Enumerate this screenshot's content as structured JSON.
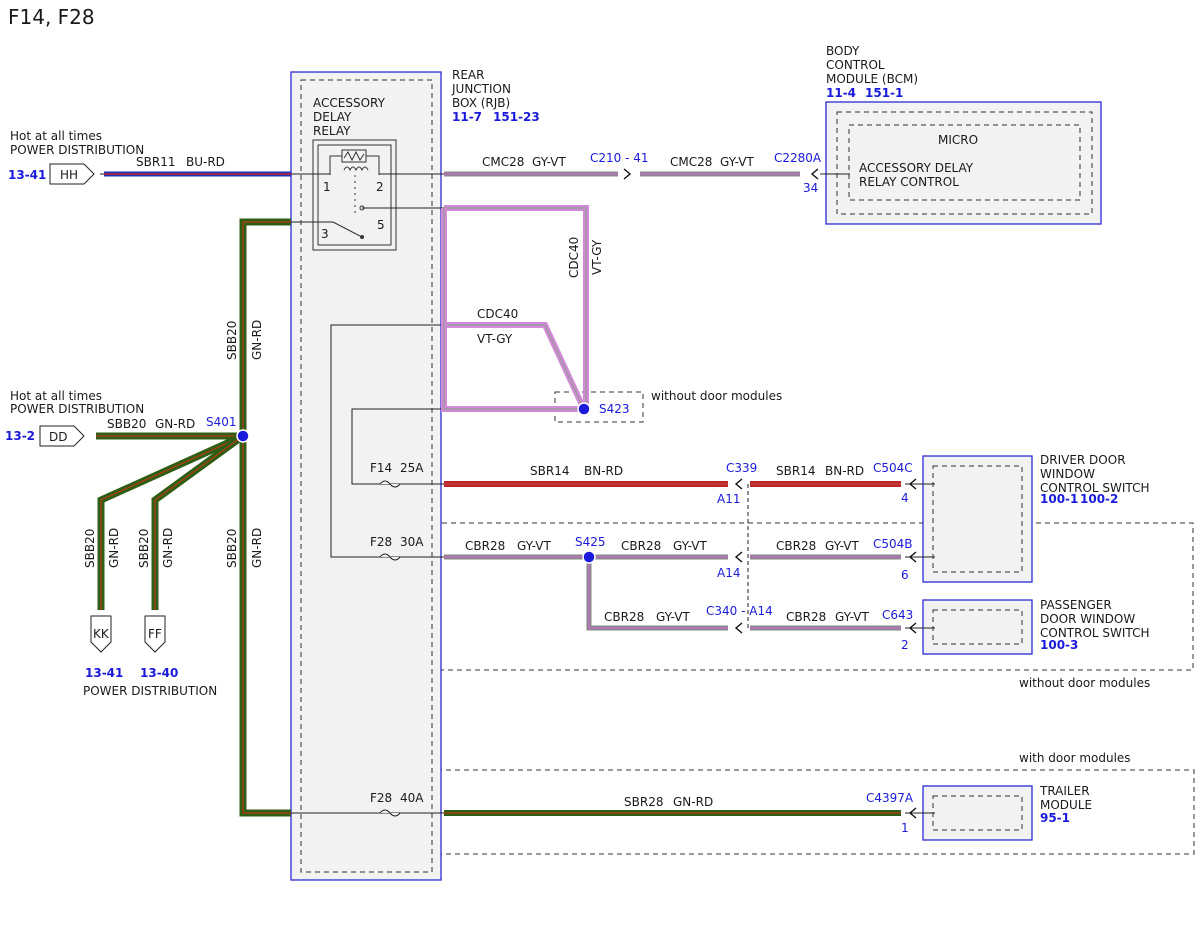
{
  "title": "F14, F28",
  "colors": {
    "module_border": "#2b2bd6",
    "module_fill": "#f2f2f2",
    "ref_blue": "#1a1adb",
    "wire_bu_rd_blue": "#1f2fb8",
    "wire_bu_rd_red": "#c0262a",
    "wire_gn_rd_green": "#2e5e14",
    "wire_gn_rd_red": "#b83a1a",
    "wire_gy_vt_gray": "#8a8a8a",
    "wire_gy_vt_violet": "#c070c8",
    "wire_vt_gy_violet": "#d28ad8",
    "wire_bn_rd": "#b8282a",
    "splice": "#1a1adb"
  },
  "rjb": {
    "name_1": "REAR",
    "name_2": "JUNCTION",
    "name_3": "BOX (RJB)",
    "ref1": "11-7",
    "ref2": "151-23"
  },
  "relay": {
    "label_1": "ACCESSORY",
    "label_2": "DELAY",
    "label_3": "RELAY",
    "pin1": "1",
    "pin2": "2",
    "pin3": "3",
    "pin5": "5"
  },
  "bcm": {
    "name_1": "BODY",
    "name_2": "CONTROL",
    "name_3": "MODULE (BCM)",
    "ref1": "11-4",
    "ref2": "151-1",
    "micro": "MICRO",
    "func_1": "ACCESSORY DELAY",
    "func_2": "RELAY CONTROL",
    "connector": "C2280A",
    "pin": "34"
  },
  "hh": {
    "label_1": "Hot at all times",
    "label_2": "POWER DISTRIBUTION",
    "ref": "13-41",
    "tag": "HH"
  },
  "dd": {
    "label_1": "Hot at all times",
    "label_2": "POWER DISTRIBUTION",
    "ref": "13-2",
    "tag": "DD"
  },
  "kk": {
    "tag": "KK",
    "ref": "13-41"
  },
  "ff": {
    "tag": "FF",
    "ref": "13-40"
  },
  "pd_bottom_label": "POWER DISTRIBUTION",
  "wires": {
    "sbr11": "SBR11",
    "sbr11_color": "BU-RD",
    "cmc28_a": "CMC28",
    "cmc28_a_color": "GY-VT",
    "c210": "C210 - 41",
    "cmc28_b": "CMC28",
    "cmc28_b_color": "GY-VT",
    "sbb20_top": "SBB20",
    "sbb20_top_color": "GN-RD",
    "sbb20_dd": "SBB20",
    "sbb20_dd_color": "GN-RD",
    "sbb20_kk": "SBB20",
    "sbb20_kk_color": "GN-RD",
    "sbb20_ff": "SBB20",
    "sbb20_ff_color": "GN-RD",
    "sbb20_down": "SBB20",
    "sbb20_down_color": "GN-RD",
    "cdc40_v": "CDC40",
    "cdc40_v_color": "VT-GY",
    "cdc40_h": "CDC40",
    "cdc40_h_color": "VT-GY",
    "sbr14_a": "SBR14",
    "sbr14_a_color": "BN-RD",
    "sbr14_b": "SBR14",
    "sbr14_b_color": "BN-RD",
    "cbr28_a": "CBR28",
    "cbr28_a_color": "GY-VT",
    "cbr28_b": "CBR28",
    "cbr28_b_color": "GY-VT",
    "cbr28_c": "CBR28",
    "cbr28_c_color": "GY-VT",
    "cbr28_d": "CBR28",
    "cbr28_d_color": "GY-VT",
    "cbr28_e": "CBR28",
    "cbr28_e_color": "GY-VT",
    "sbr28": "SBR28",
    "sbr28_color": "GN-RD"
  },
  "splices": {
    "s401": "S401",
    "s423": "S423",
    "s425": "S425"
  },
  "fuses": {
    "f14": "F14",
    "f14_amp": "25A",
    "f28a": "F28",
    "f28a_amp": "30A",
    "f28b": "F28",
    "f28b_amp": "40A"
  },
  "connectors": {
    "c339": "C339",
    "a11": "A11",
    "a14": "A14",
    "c504c": "C504C",
    "c504c_pin": "4",
    "c504b": "C504B",
    "c504b_pin": "6",
    "c340": "C340 - A14",
    "c643": "C643",
    "c643_pin": "2",
    "c4397a": "C4397A",
    "c4397a_pin": "1"
  },
  "notes": {
    "without_door_modules_1": "without door modules",
    "without_door_modules_2": "without door modules",
    "with_door_modules": "with door modules"
  },
  "driver_switch": {
    "name_1": "DRIVER DOOR",
    "name_2": "WINDOW",
    "name_3": "CONTROL SWITCH",
    "ref1": "100-1",
    "ref2": "100-2"
  },
  "passenger_switch": {
    "name_1": "PASSENGER",
    "name_2": "DOOR WINDOW",
    "name_3": "CONTROL SWITCH",
    "ref": "100-3"
  },
  "trailer": {
    "name_1": "TRAILER",
    "name_2": "MODULE",
    "ref": "95-1"
  }
}
